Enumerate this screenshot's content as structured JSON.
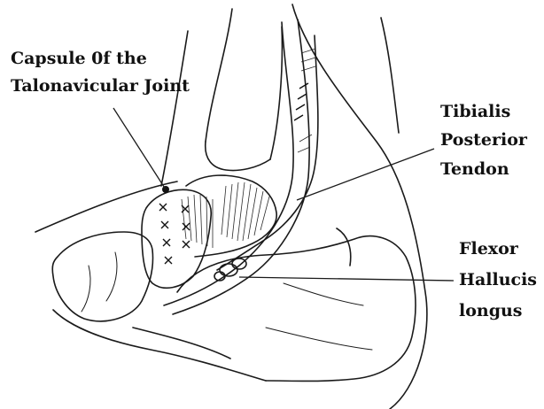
{
  "labels": {
    "capsule": {
      "line1": "Capsule 0f the",
      "line2": "Talonavicular Joint"
    },
    "tibialis": {
      "line1": "Tibialis",
      "line2": "Posterior",
      "line3": "Tendon"
    },
    "flexor": {
      "line1": "Flexor",
      "line2": "Hallucis",
      "line3": "longus"
    }
  }
}
